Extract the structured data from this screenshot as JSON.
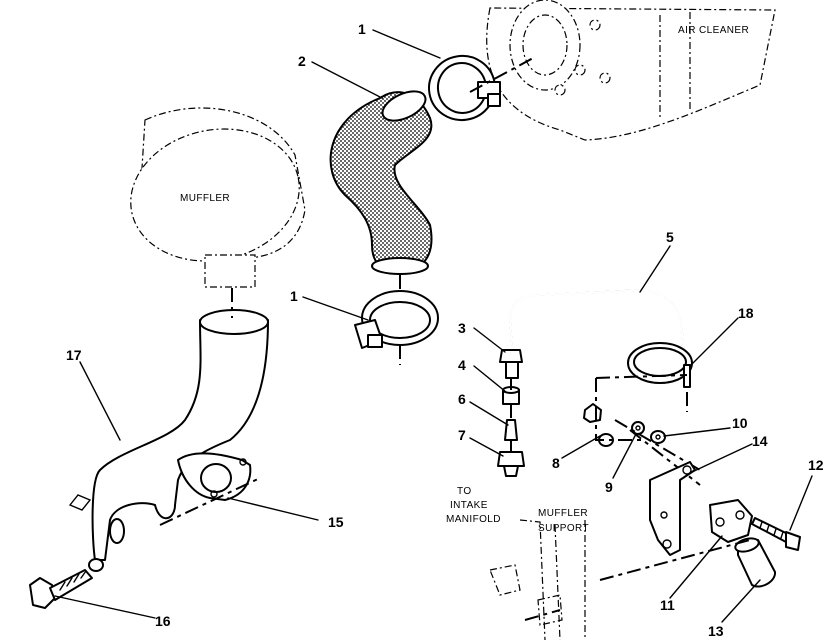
{
  "labels": {
    "air_cleaner": "AIR CLEANER",
    "muffler": "MUFFLER",
    "to_intake_line1": "TO",
    "to_intake_line2": "INTAKE",
    "to_intake_line3": "MANIFOLD",
    "muffler_support_line1": "MUFFLER",
    "muffler_support_line2": "SUPPORT"
  },
  "callouts": {
    "c1_top": "1",
    "c1_bottom": "1",
    "c2": "2",
    "c3": "3",
    "c4": "4",
    "c5": "5",
    "c6": "6",
    "c7": "7",
    "c8": "8",
    "c9": "9",
    "c10": "10",
    "c11": "11",
    "c12": "12",
    "c13": "13",
    "c14": "14",
    "c15": "15",
    "c16": "16",
    "c17": "17",
    "c18": "18"
  }
}
